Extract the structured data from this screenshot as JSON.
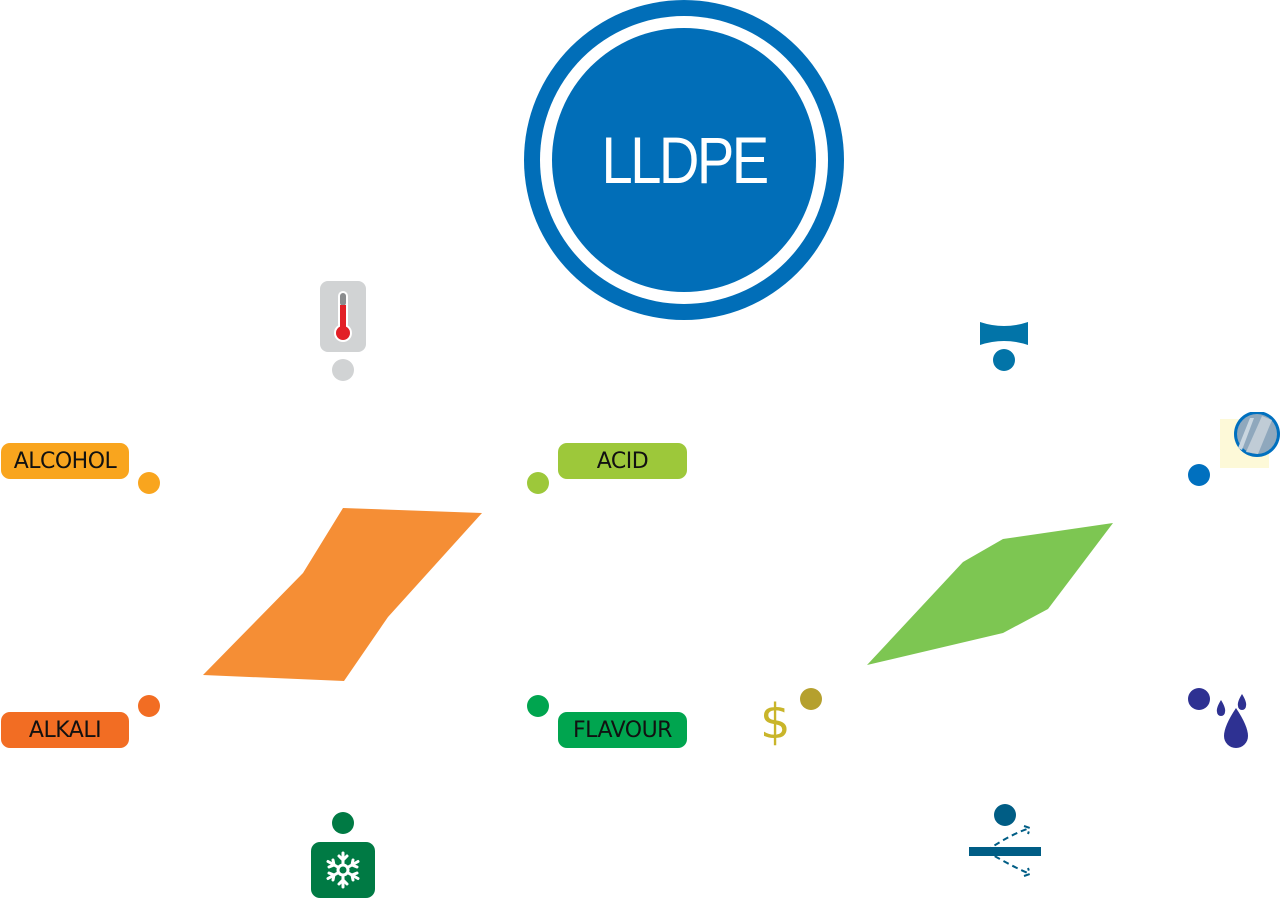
{
  "hub": {
    "title": "LLDPE",
    "color": "#016eb8"
  },
  "left_group": {
    "labels": [
      {
        "id": "alcohol",
        "text": "ALCOHOL",
        "color": "#f9a51e"
      },
      {
        "id": "acid",
        "text": "ACID",
        "color": "#9dc83a"
      },
      {
        "id": "alkali",
        "text": "ALKALI",
        "color": "#f26d23"
      },
      {
        "id": "flavour",
        "text": "FLAVOUR",
        "color": "#00a54f"
      }
    ],
    "icons": [
      {
        "id": "temperature",
        "icon": "thermometer-icon",
        "color": "#d1d3d4"
      },
      {
        "id": "freezing",
        "icon": "snowflake-icon",
        "color": "#007a44"
      }
    ],
    "polygon_color": "#f58e35"
  },
  "right_group": {
    "icons": [
      {
        "id": "flexibility",
        "icon": "flex-bar-icon",
        "color": "#0274a8"
      },
      {
        "id": "clarity",
        "icon": "glass-lens-icon",
        "color": "#0070bf"
      },
      {
        "id": "cost",
        "icon": "dollar-icon",
        "color": "#b5a02e"
      },
      {
        "id": "moisture",
        "icon": "water-drops-icon",
        "color": "#2e3192"
      },
      {
        "id": "puncture",
        "icon": "puncture-resistance-icon",
        "color": "#005d85"
      }
    ],
    "polygon_color": "#7dc652"
  }
}
